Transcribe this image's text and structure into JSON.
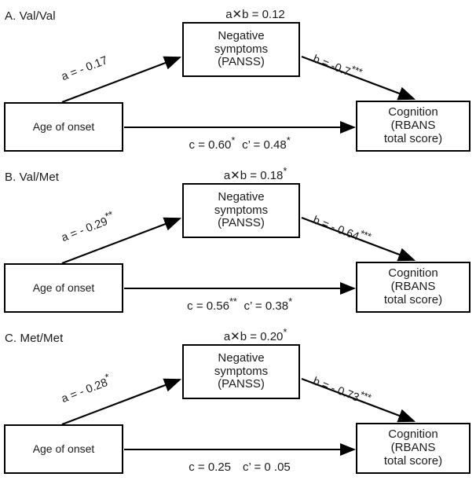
{
  "figure": {
    "type": "mediation-path-diagram",
    "node_labels": {
      "source": "Age of onset",
      "mediator_line1": "Negative",
      "mediator_line2": "symptoms",
      "mediator_line3": "(PANSS)",
      "outcome_line1": "Cognition",
      "outcome_line2": "(RBANS",
      "outcome_line3": "total score)"
    }
  },
  "panels": [
    {
      "id": "A",
      "title": "A. Val/Val",
      "indirect_effect": "a✕b = 0.12",
      "indirect_stars": "",
      "path_a": "a = - 0.17",
      "path_a_stars": "",
      "path_b": "b = -0.7",
      "path_b_stars": "***",
      "path_c": "c = 0.60",
      "path_c_stars": "*",
      "path_c_prime": "c’ = 0.48",
      "path_c_prime_stars": "*"
    },
    {
      "id": "B",
      "title": "B. Val/Met",
      "indirect_effect": "a✕b = 0.18",
      "indirect_stars": "*",
      "path_a": "a = - 0.29",
      "path_a_stars": "**",
      "path_b": "b = - 0.64",
      "path_b_stars": "***",
      "path_c": "c = 0.56",
      "path_c_stars": "**",
      "path_c_prime": "c’ = 0.38",
      "path_c_prime_stars": "*"
    },
    {
      "id": "C",
      "title": "C. Met/Met",
      "indirect_effect": "a✕b = 0.20",
      "indirect_stars": "*",
      "path_a": "a = - 0.28",
      "path_a_stars": "*",
      "path_b": "b = - 0.73",
      "path_b_stars": "***",
      "path_c": "c = 0.25",
      "path_c_stars": "",
      "path_c_prime": "c’ = 0 .05",
      "path_c_prime_stars": ""
    }
  ],
  "chart_data": {
    "type": "diagram",
    "title": "Mediation models of age of onset, negative symptoms and cognition by COMT Val158Met genotype",
    "nodes": [
      "Age of onset",
      "Negative symptoms (PANSS)",
      "Cognition (RBANS total score)"
    ],
    "edges": [
      "a: Age of onset -> Negative symptoms",
      "b: Negative symptoms -> Cognition",
      "c / c': Age of onset -> Cognition"
    ],
    "groups": [
      "Val/Val",
      "Val/Met",
      "Met/Met"
    ],
    "series": [
      {
        "name": "a",
        "values": [
          -0.17,
          -0.29,
          -0.28
        ],
        "significance": [
          "",
          "**",
          "*"
        ]
      },
      {
        "name": "b",
        "values": [
          -0.7,
          -0.64,
          -0.73
        ],
        "significance": [
          "***",
          "***",
          "***"
        ]
      },
      {
        "name": "c",
        "values": [
          0.6,
          0.56,
          0.25
        ],
        "significance": [
          "*",
          "**",
          ""
        ]
      },
      {
        "name": "c'",
        "values": [
          0.48,
          0.38,
          0.05
        ],
        "significance": [
          "*",
          "*",
          ""
        ]
      },
      {
        "name": "a✕b",
        "values": [
          0.12,
          0.18,
          0.2
        ],
        "significance": [
          "",
          "*",
          "*"
        ]
      }
    ]
  }
}
